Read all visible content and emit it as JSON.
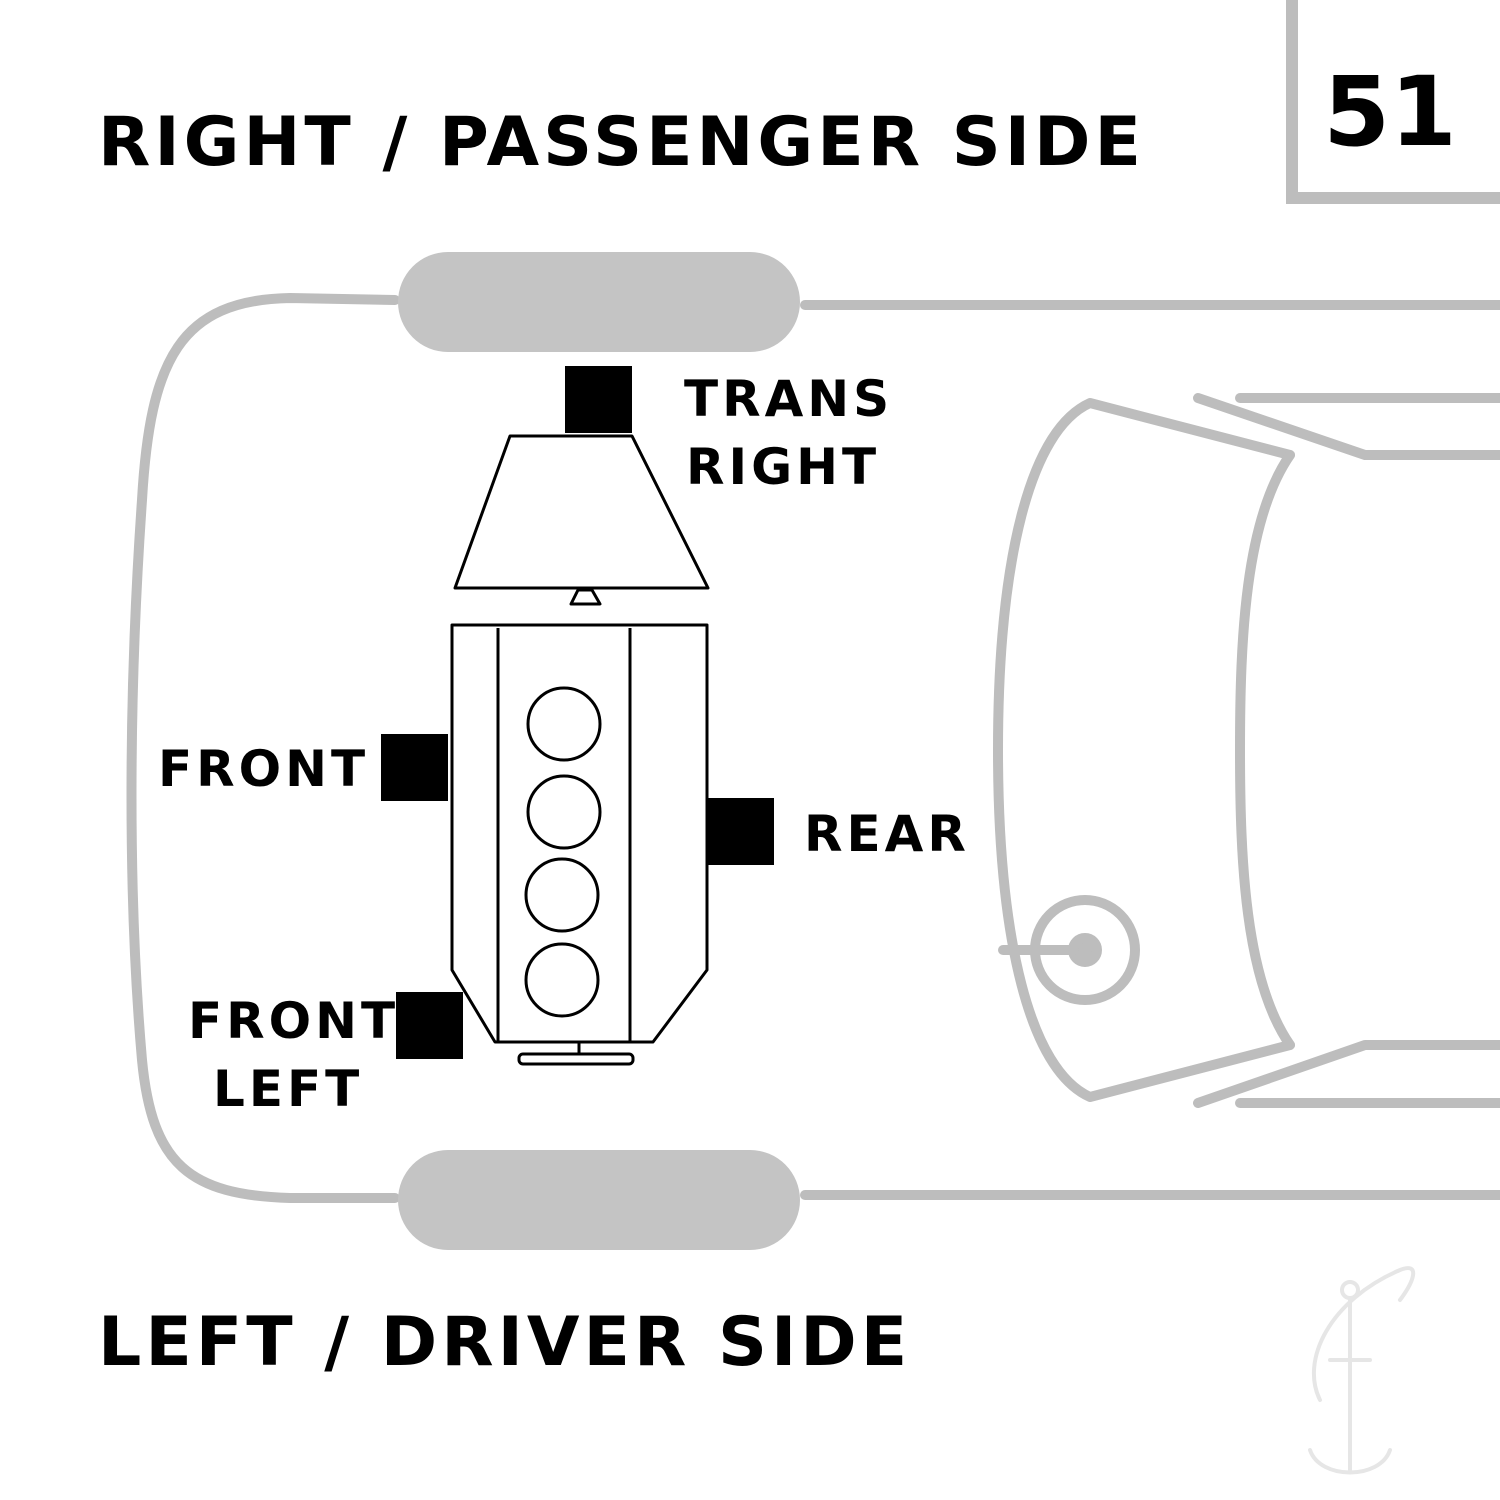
{
  "header": {
    "passenger_side": "RIGHT / PASSENGER SIDE",
    "driver_side": "LEFT / DRIVER SIDE",
    "diagram_number": "51"
  },
  "mounts": {
    "trans_right": [
      "TRANS",
      "RIGHT"
    ],
    "front": "FRONT",
    "rear": "REAR",
    "front_left": [
      "FRONT",
      "LEFT"
    ]
  },
  "engine": {
    "cylinders": 4
  },
  "colors": {
    "outline_gray": "#bdbdbd",
    "tire_gray": "#c4c4c4",
    "mount_black": "#000000",
    "engine_line": "#000000"
  },
  "icons": {
    "watermark": "anchor-logo-icon"
  }
}
